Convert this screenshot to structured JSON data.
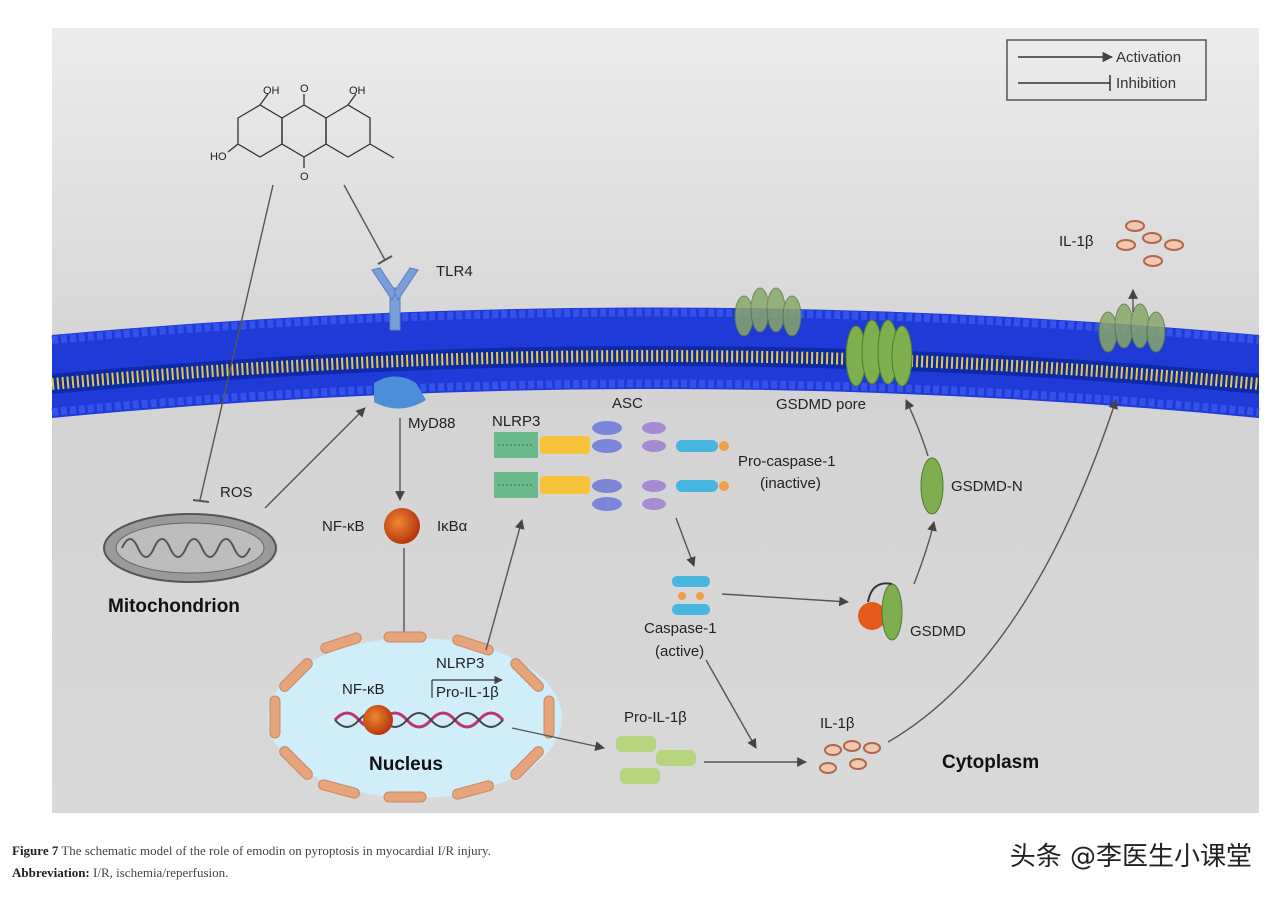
{
  "legend": {
    "activation": "Activation",
    "inhibition": "Inhibition"
  },
  "molecule": {
    "oh_left": "OH",
    "oh_right": "OH",
    "ho": "HO",
    "o_top": "O",
    "o_bottom": "O"
  },
  "labels": {
    "tlr4": "TLR4",
    "myd88": "MyD88",
    "nlrp3": "NLRP3",
    "asc": "ASC",
    "pro_caspase_line1": "Pro-caspase-1",
    "pro_caspase_line2": "(inactive)",
    "ros": "ROS",
    "mitochondrion": "Mitochondrion",
    "nfkb": "NF-κB",
    "ikba": "IκBα",
    "nfkb_nucleus": "NF-κB",
    "nlrp3_nucleus": "NLRP3",
    "pro_il1b_nucleus": "Pro-IL-1β",
    "nucleus": "Nucleus",
    "caspase1_line1": "Caspase-1",
    "caspase1_line2": "(active)",
    "gsdmd": "GSDMD",
    "gsdmd_n": "GSDMD-N",
    "gsdmd_pore": "GSDMD pore",
    "il1b_top": "IL-1β",
    "pro_il1b": "Pro-IL-1β",
    "il1b": "IL-1β",
    "cytoplasm": "Cytoplasm"
  },
  "caption": {
    "figure_label": "Figure 7",
    "figure_text": "The schematic model of the role of emodin on pyroptosis in myocardial I/R injury.",
    "abbrev_label": "Abbreviation:",
    "abbrev_text": "I/R, ischemia/reperfusion."
  },
  "watermark": "头条 @李医生小课堂",
  "colors": {
    "background_panel": "#d9d9d9",
    "membrane_blue": "#1f3ad6",
    "membrane_yellow": "#d8c24a",
    "gsdmd_green": "#7fae4f",
    "nucleus_fill": "#cfeef9",
    "nucleus_beads": "#e7a47a"
  }
}
